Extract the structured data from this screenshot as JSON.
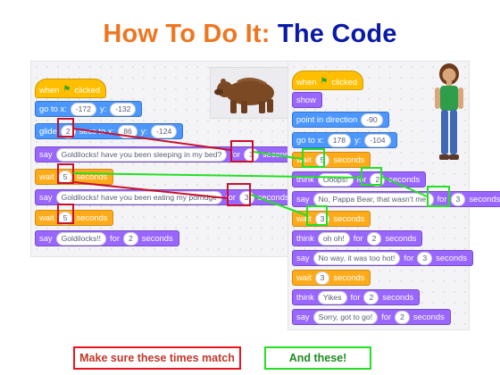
{
  "title": {
    "part1": "How To Do It:",
    "part2": "The Code"
  },
  "left_script": {
    "hat": {
      "when": "when",
      "clicked": "clicked"
    },
    "goto": {
      "label1": "go to x:",
      "x": "-172",
      "label2": "y:",
      "y": "-132"
    },
    "glide": {
      "label1": "glide",
      "secs": "2",
      "label2": "secs to x:",
      "x": "86",
      "label3": "y:",
      "y": "-124"
    },
    "say1": {
      "say": "say",
      "text": "Goldilocks! have you been sleeping in my bed?",
      "for": "for",
      "secs": "3",
      "seconds": "seconds"
    },
    "wait1": {
      "wait": "wait",
      "secs": "5",
      "seconds": "seconds"
    },
    "say2": {
      "say": "say",
      "text": "Goldilocks! have you been eating my porridge",
      "for": "for",
      "secs": "3",
      "seconds": "seconds"
    },
    "wait2": {
      "wait": "wait",
      "secs": "5",
      "seconds": "seconds"
    },
    "say3": {
      "say": "say",
      "text": "Goldilocks!!",
      "for": "for",
      "secs": "2",
      "seconds": "seconds"
    }
  },
  "right_script": {
    "hat": {
      "when": "when",
      "clicked": "clicked"
    },
    "show": "show",
    "point": {
      "label": "point in direction",
      "value": "-90"
    },
    "goto": {
      "label1": "go to x:",
      "x": "178",
      "label2": "y:",
      "y": "-104"
    },
    "wait1": {
      "wait": "wait",
      "secs": "5",
      "seconds": "seconds"
    },
    "think1": {
      "think": "think",
      "text": "Ooops!",
      "for": "for",
      "secs": "2",
      "seconds": "seconds"
    },
    "say1": {
      "say": "say",
      "text": "No, Pappa Bear, that wasn't me!",
      "for": "for",
      "secs": "3",
      "seconds": "seconds"
    },
    "wait2": {
      "wait": "wait",
      "secs": "3",
      "seconds": "seconds"
    },
    "think2": {
      "think": "think",
      "text": "oh oh!",
      "for": "for",
      "secs": "2",
      "seconds": "seconds"
    },
    "say2": {
      "say": "say",
      "text": "No way, it was too hot!",
      "for": "for",
      "secs": "3",
      "seconds": "seconds"
    },
    "wait3": {
      "wait": "wait",
      "secs": "3",
      "seconds": "seconds"
    },
    "think3": {
      "think": "think",
      "text": "Yikes",
      "for": "for",
      "secs": "2",
      "seconds": "seconds"
    },
    "say3": {
      "say": "say",
      "text": "Sorry, got to go!",
      "for": "for",
      "secs": "2",
      "seconds": "seconds"
    }
  },
  "legend": {
    "red": "Make sure these times match",
    "green": "And these!"
  },
  "colors": {
    "title_orange": "#ee7621",
    "title_blue": "#0a1aa8",
    "event": "#ffbf00",
    "motion": "#4c97ff",
    "looks": "#9966ff",
    "control": "#ffab19",
    "highlight_red": "#c8102e",
    "highlight_green": "#22e022"
  },
  "icons": {
    "flag": "green-flag-icon",
    "bear": "bear-sprite",
    "girl": "girl-sprite"
  }
}
